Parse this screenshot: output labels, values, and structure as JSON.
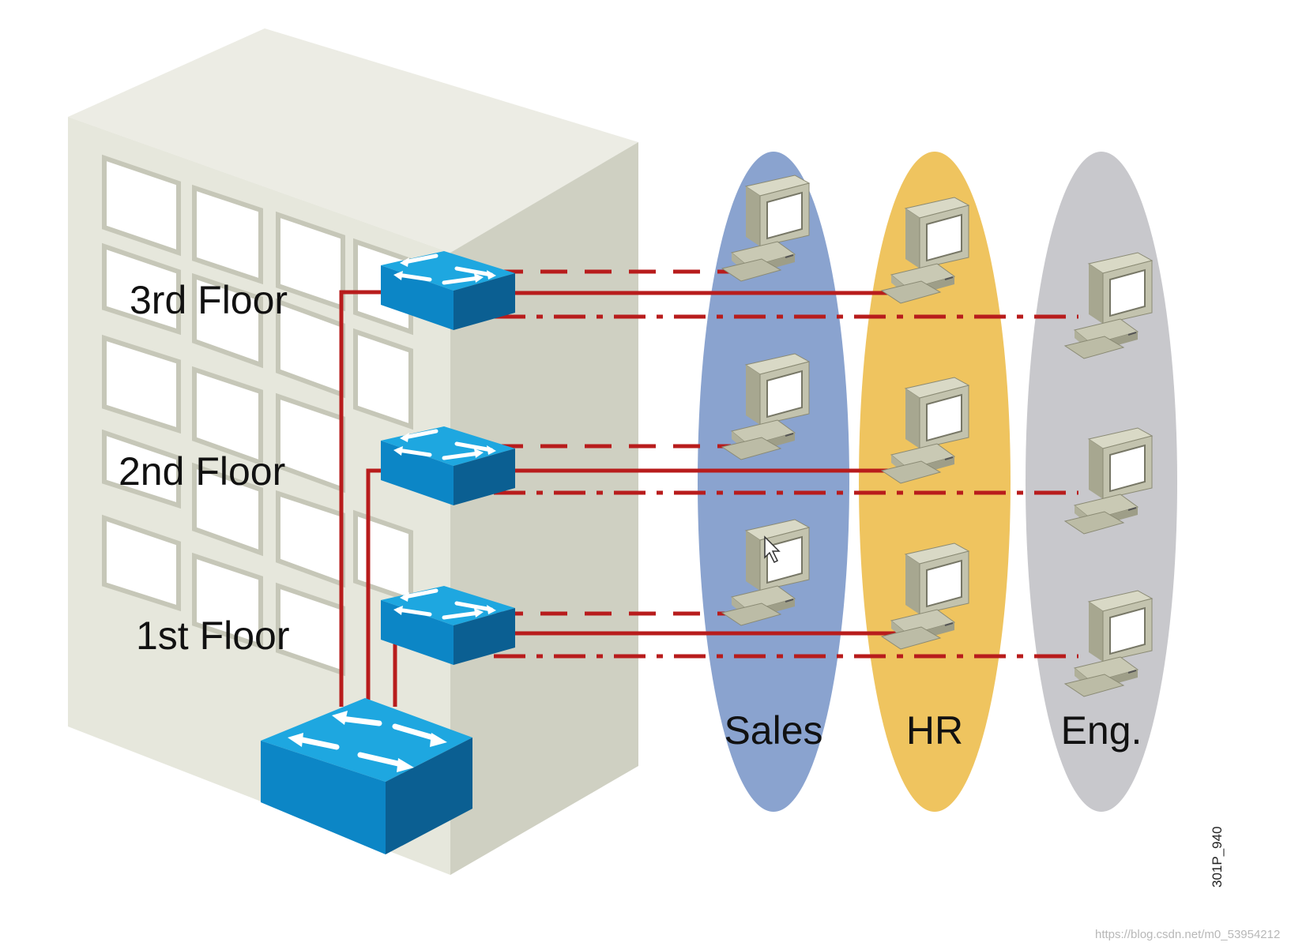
{
  "floors": [
    {
      "label": "3rd Floor"
    },
    {
      "label": "2nd Floor"
    },
    {
      "label": "1st Floor"
    }
  ],
  "groups": [
    {
      "label": "Sales",
      "color": "#8aa3cf"
    },
    {
      "label": "HR",
      "color": "#efc45f"
    },
    {
      "label": "Eng.",
      "color": "#c8c8cc"
    }
  ],
  "figure_code": "301P_940",
  "watermark": "https://blog.csdn.net/m0_53954212",
  "colors": {
    "link": "#b81c1c",
    "switch_top": "#1ea7e0",
    "switch_front": "#0c86c6",
    "switch_side": "#0b5f92",
    "building_front": "#e6e7dc",
    "building_side": "#cfd0c2",
    "building_top": "#ecece4"
  },
  "link_styles": {
    "sales": "dashed",
    "hr": "solid",
    "eng": "dash-dot"
  }
}
